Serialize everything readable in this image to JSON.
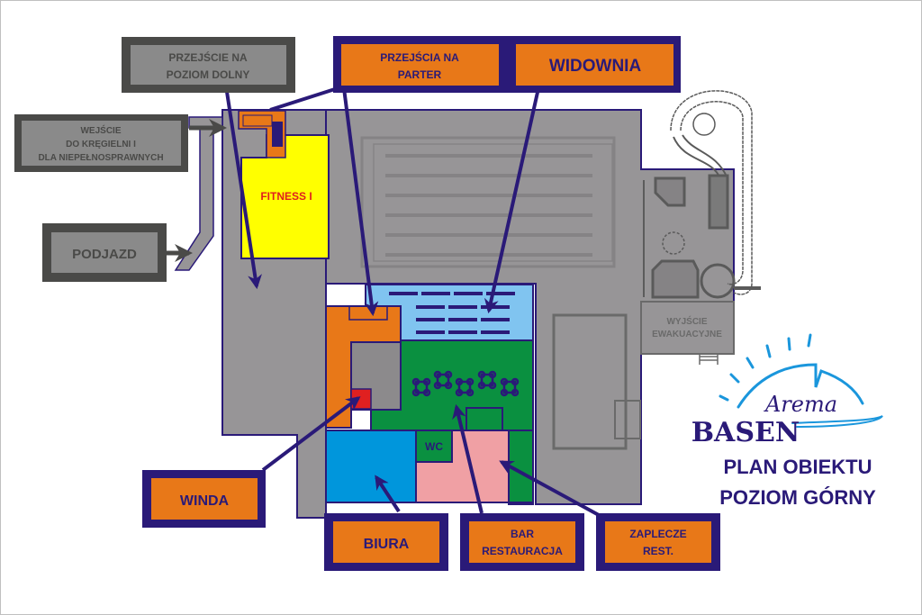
{
  "map": {
    "title_line1": "PLAN OBIEKTU",
    "title_line2": "POZIOM GÓRNY",
    "logo": {
      "script_text": "Arema",
      "brand_text": "BASEN",
      "icon": "sun-wave-logo-icon"
    },
    "colors": {
      "outline": "#2a1a78",
      "building": "#979597",
      "callout_orange": "#e87818",
      "callout_gray_fill": "#8a8a8a",
      "callout_gray_border": "#4a4a48",
      "fitness": "#ffff00",
      "widownia": "#80c4f0",
      "bar_hall": "#0a9040",
      "offices": "#0096dc",
      "restaurant": "#f0a0a4",
      "elevator": "#e02020",
      "logo_blue": "#1a96dc"
    },
    "callouts": {
      "przejscie_dolny": {
        "line1": "PRZEJŚCIE NA",
        "line2": "POZIOM DOLNY"
      },
      "wejscie": {
        "line1": "WEJŚCIE",
        "line2": "DO KRĘGIELNI I",
        "line3": "DLA NIEPEŁNOSPRAWNYCH"
      },
      "podjazd": {
        "text": "PODJAZD"
      },
      "przejscia_parter": {
        "line1": "PRZEJŚCIA NA",
        "line2": "PARTER"
      },
      "widownia": {
        "text": "WIDOWNIA"
      },
      "winda": {
        "text": "WINDA"
      },
      "biura": {
        "text": "BIURA"
      },
      "bar": {
        "line1": "BAR",
        "line2": "RESTAURACJA"
      },
      "zaplecze": {
        "line1": "ZAPLECZE",
        "line2": "REST."
      }
    },
    "rooms": {
      "fitness": "FITNESS I",
      "wc": "WC",
      "wyjscie_line1": "WYJŚCIE",
      "wyjscie_line2": "EWAKUACYJNE"
    }
  }
}
